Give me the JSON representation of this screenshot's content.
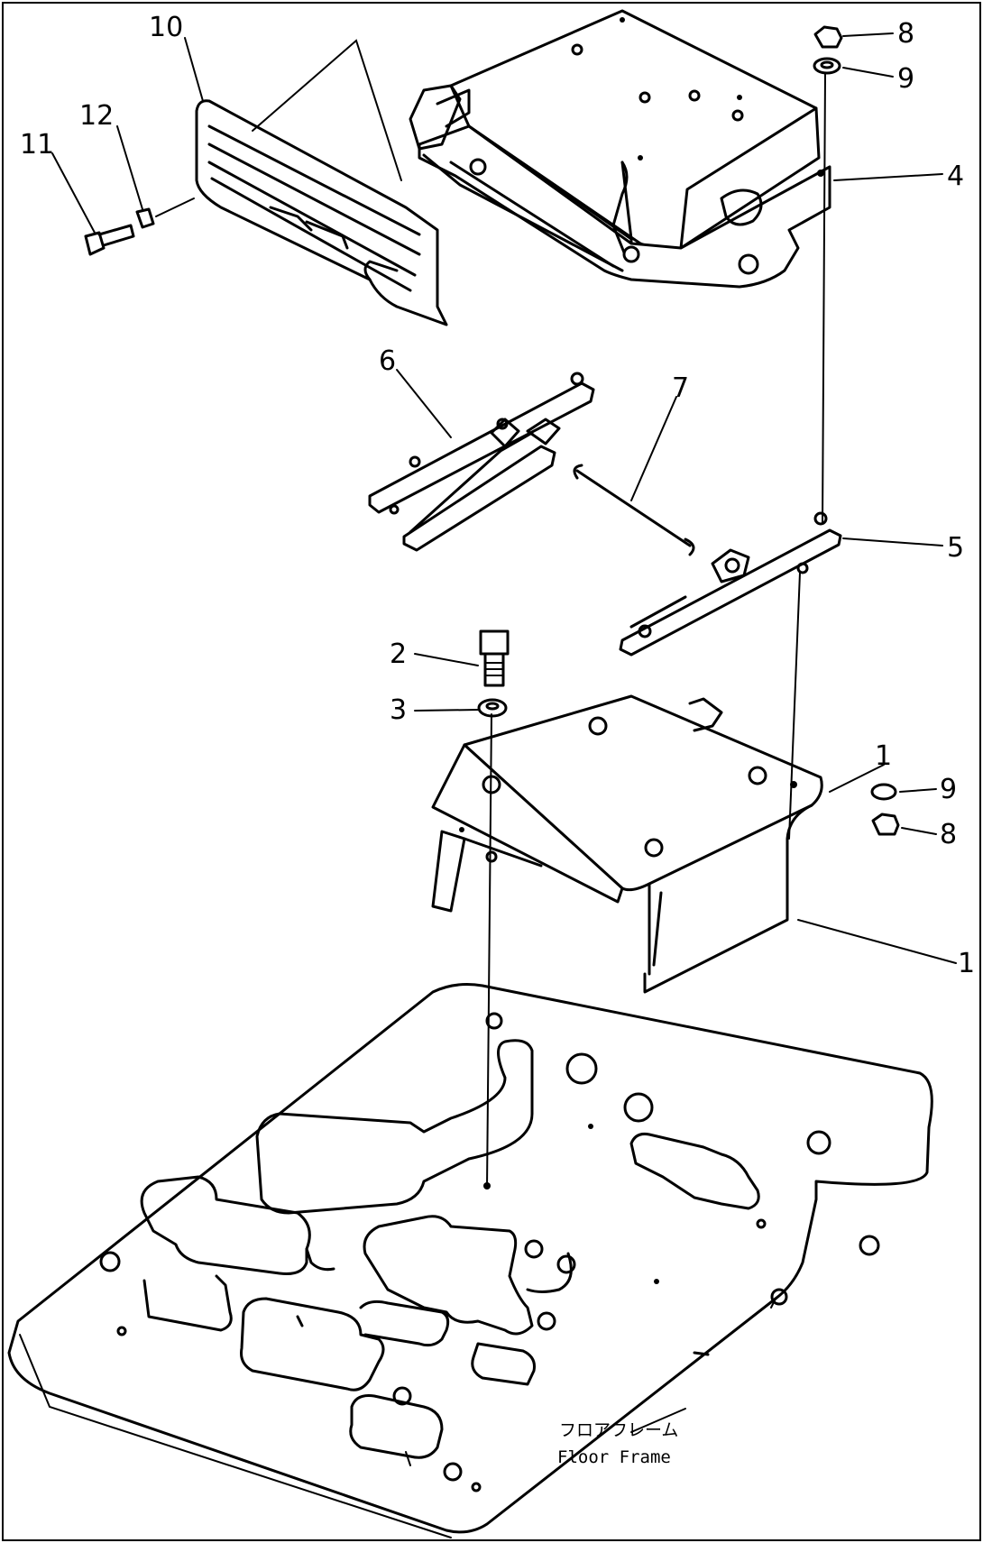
{
  "diagram": {
    "callouts": [
      "10",
      "12",
      "11",
      "8",
      "9",
      "4",
      "6",
      "7",
      "5",
      "2",
      "3",
      "1",
      "9",
      "8",
      "1"
    ],
    "floor_frame_label_ja": "フロアフレーム",
    "floor_frame_label_en": "Floor Frame"
  }
}
